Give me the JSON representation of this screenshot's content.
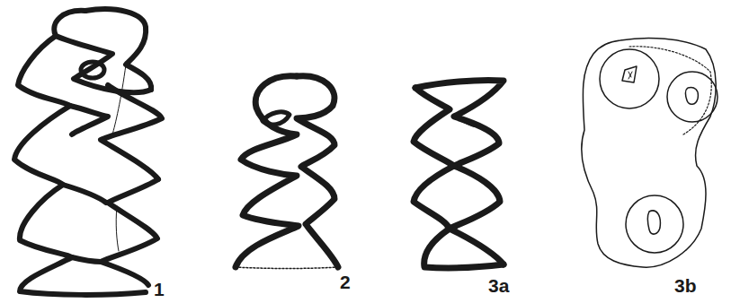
{
  "diagram": {
    "labels": [
      "1",
      "2",
      "3a",
      "3b"
    ]
  }
}
